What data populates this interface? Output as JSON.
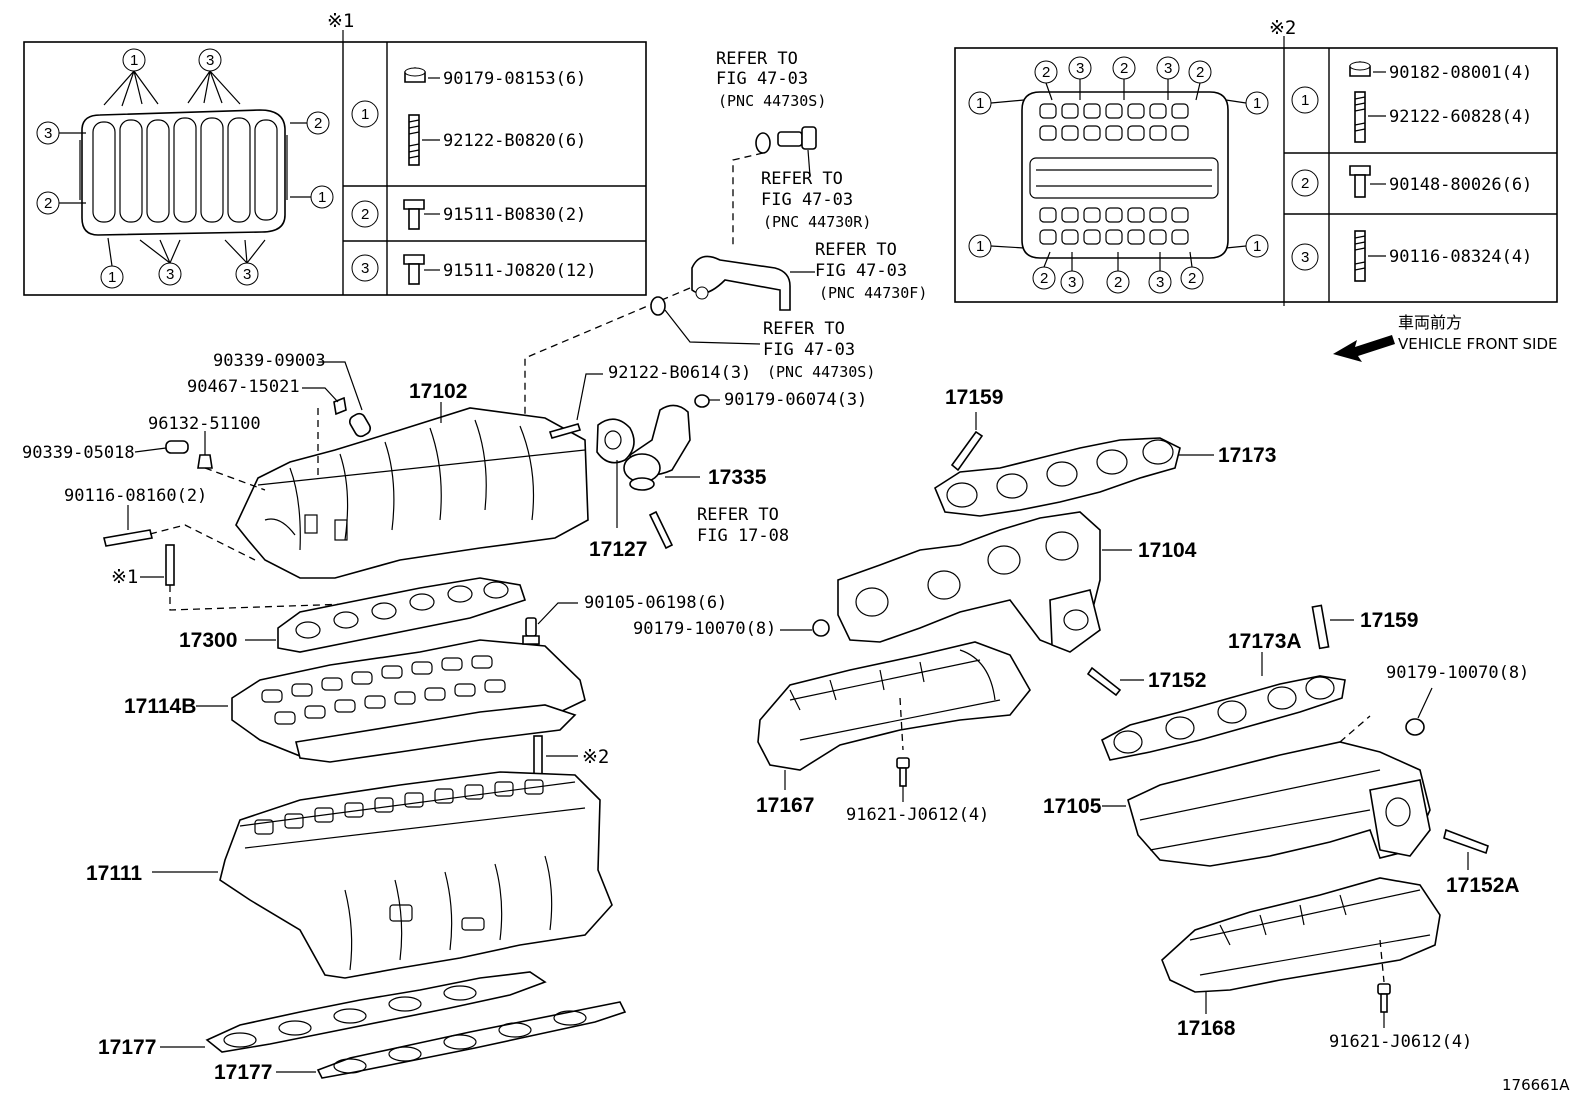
{
  "diagram_id": "176661A",
  "direction_label": {
    "jp": "車両前方",
    "en": "VEHICLE FRONT SIDE"
  },
  "marks": {
    "m1": "※1",
    "m2": "※2"
  },
  "table1": {
    "rows": [
      {
        "num": "1",
        "parts": [
          "90179-08153(6)",
          "92122-B0820(6)"
        ]
      },
      {
        "num": "2",
        "parts": [
          "91511-B0830(2)"
        ]
      },
      {
        "num": "3",
        "parts": [
          "91511-J0820(12)"
        ]
      }
    ]
  },
  "table2": {
    "rows": [
      {
        "num": "1",
        "parts": [
          "90182-08001(4)",
          "92122-60828(4)"
        ]
      },
      {
        "num": "2",
        "parts": [
          "90148-80026(6)"
        ]
      },
      {
        "num": "3",
        "parts": [
          "90116-08324(4)"
        ]
      }
    ]
  },
  "refs": [
    {
      "line1": "REFER TO",
      "line2": "FIG 47-03",
      "line3": "(PNC 44730S)"
    },
    {
      "line1": "REFER TO",
      "line2": "FIG 47-03",
      "line3": "(PNC 44730R)"
    },
    {
      "line1": "REFER TO",
      "line2": "FIG 47-03",
      "line3": "(PNC 44730F)"
    },
    {
      "line1": "REFER TO",
      "line2": "FIG 47-03",
      "line3": "(PNC 44730S)"
    },
    {
      "line1": "REFER TO",
      "line2": "FIG 17-08",
      "line3": ""
    }
  ],
  "labels": {
    "p90339_09003": "90339-09003",
    "p90467_15021": "90467-15021",
    "p96132_51100": "96132-51100",
    "p90339_05018": "90339-05018",
    "p90116_08160": "90116-08160(2)",
    "p17102": "17102",
    "p92122_B0614": "92122-B0614(3)",
    "p90179_06074": "90179-06074(3)",
    "p17335": "17335",
    "p17127": "17127",
    "p17159a": "17159",
    "p17173": "17173",
    "p17104": "17104",
    "p90105_06198": "90105-06198(6)",
    "p90179_10070a": "90179-10070(8)",
    "p17300": "17300",
    "p17114B": "17114B",
    "p17159b": "17159",
    "p17173A": "17173A",
    "p17152": "17152",
    "p90179_10070b": "90179-10070(8)",
    "p17167": "17167",
    "p91621_J0612a": "91621-J0612(4)",
    "p17105": "17105",
    "p17111": "17111",
    "p17152A": "17152A",
    "p17168": "17168",
    "p91621_J0612b": "91621-J0612(4)",
    "p17177a": "17177",
    "p17177b": "17177"
  },
  "callouts": {
    "c1": "1",
    "c2": "2",
    "c3": "3"
  }
}
